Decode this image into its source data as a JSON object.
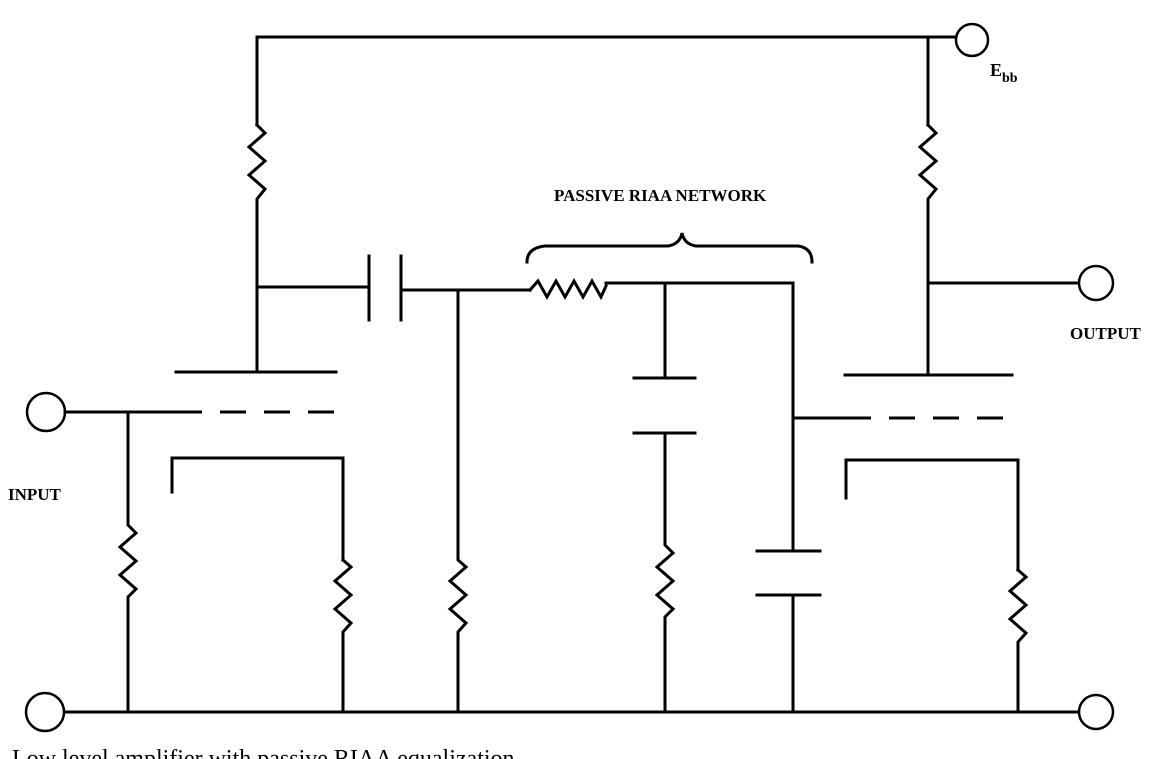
{
  "labels": {
    "supply_main": "E",
    "supply_sub": "bb",
    "network": "PASSIVE RIAA NETWORK",
    "output": "OUTPUT",
    "input": "INPUT"
  },
  "caption": "Low level amplifier with passive RIAA equalization"
}
